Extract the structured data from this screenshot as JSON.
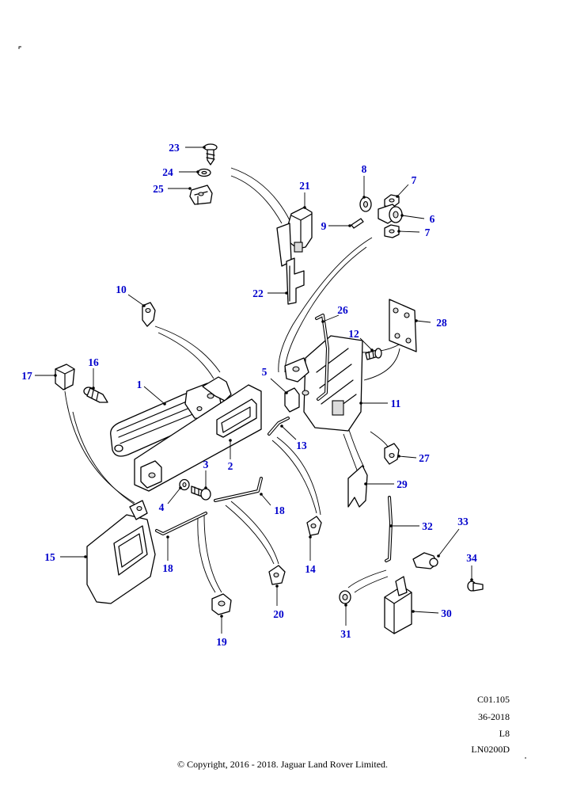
{
  "accent_color": "#0000cc",
  "callouts": [
    "1",
    "2",
    "3",
    "4",
    "5",
    "6",
    "7",
    "7",
    "8",
    "9",
    "10",
    "11",
    "12",
    "13",
    "14",
    "15",
    "16",
    "17",
    "18",
    "18",
    "19",
    "20",
    "21",
    "22",
    "23",
    "24",
    "25",
    "26",
    "27",
    "28",
    "29",
    "30",
    "31",
    "32",
    "33",
    "34"
  ],
  "reference": {
    "code1": "C01.105",
    "code2": "36-2018",
    "code3": "L8",
    "code4": "LN0200D"
  },
  "copyright": "© Copyright, 2016 - 2018. Jaguar Land Rover Limited."
}
